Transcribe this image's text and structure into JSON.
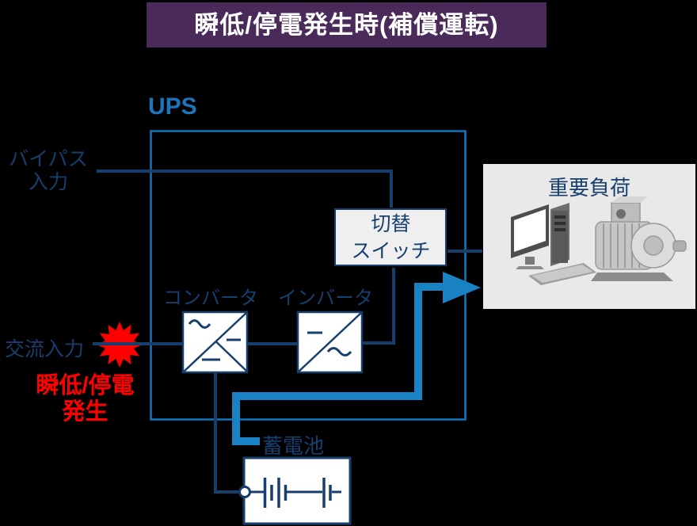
{
  "title_banner": {
    "text": "瞬低/停電発生時(補償運転)"
  },
  "ups": {
    "label": "UPS"
  },
  "bypass": {
    "line1": "バイパス",
    "line2": "入力"
  },
  "ac_input": {
    "label": "交流入力"
  },
  "fault": {
    "line1": "瞬低/停電",
    "line2": "発生"
  },
  "converter": {
    "label": "コンバータ"
  },
  "inverter": {
    "label": "インバータ"
  },
  "transfer_switch": {
    "line1": "切替",
    "line2": "スイッチ"
  },
  "battery": {
    "label": "蓄電池"
  },
  "load": {
    "label": "重要負荷",
    "icons": [
      "desktop-computer-icon",
      "electric-motor-icon"
    ]
  },
  "colors": {
    "banner_bg": "#4A2A58",
    "banner_text": "#FFFFFF",
    "ups_outline": "#1477BE",
    "ups_label_blue": "#1B75BC",
    "circuit_navy": "#173F6D",
    "flow_arrow_blue": "#1982C5",
    "alert_red": "#FF0000",
    "load_box_fill": "#E9E9E9",
    "switch_box_fill": "#EFEFEF",
    "background": "#000000"
  }
}
